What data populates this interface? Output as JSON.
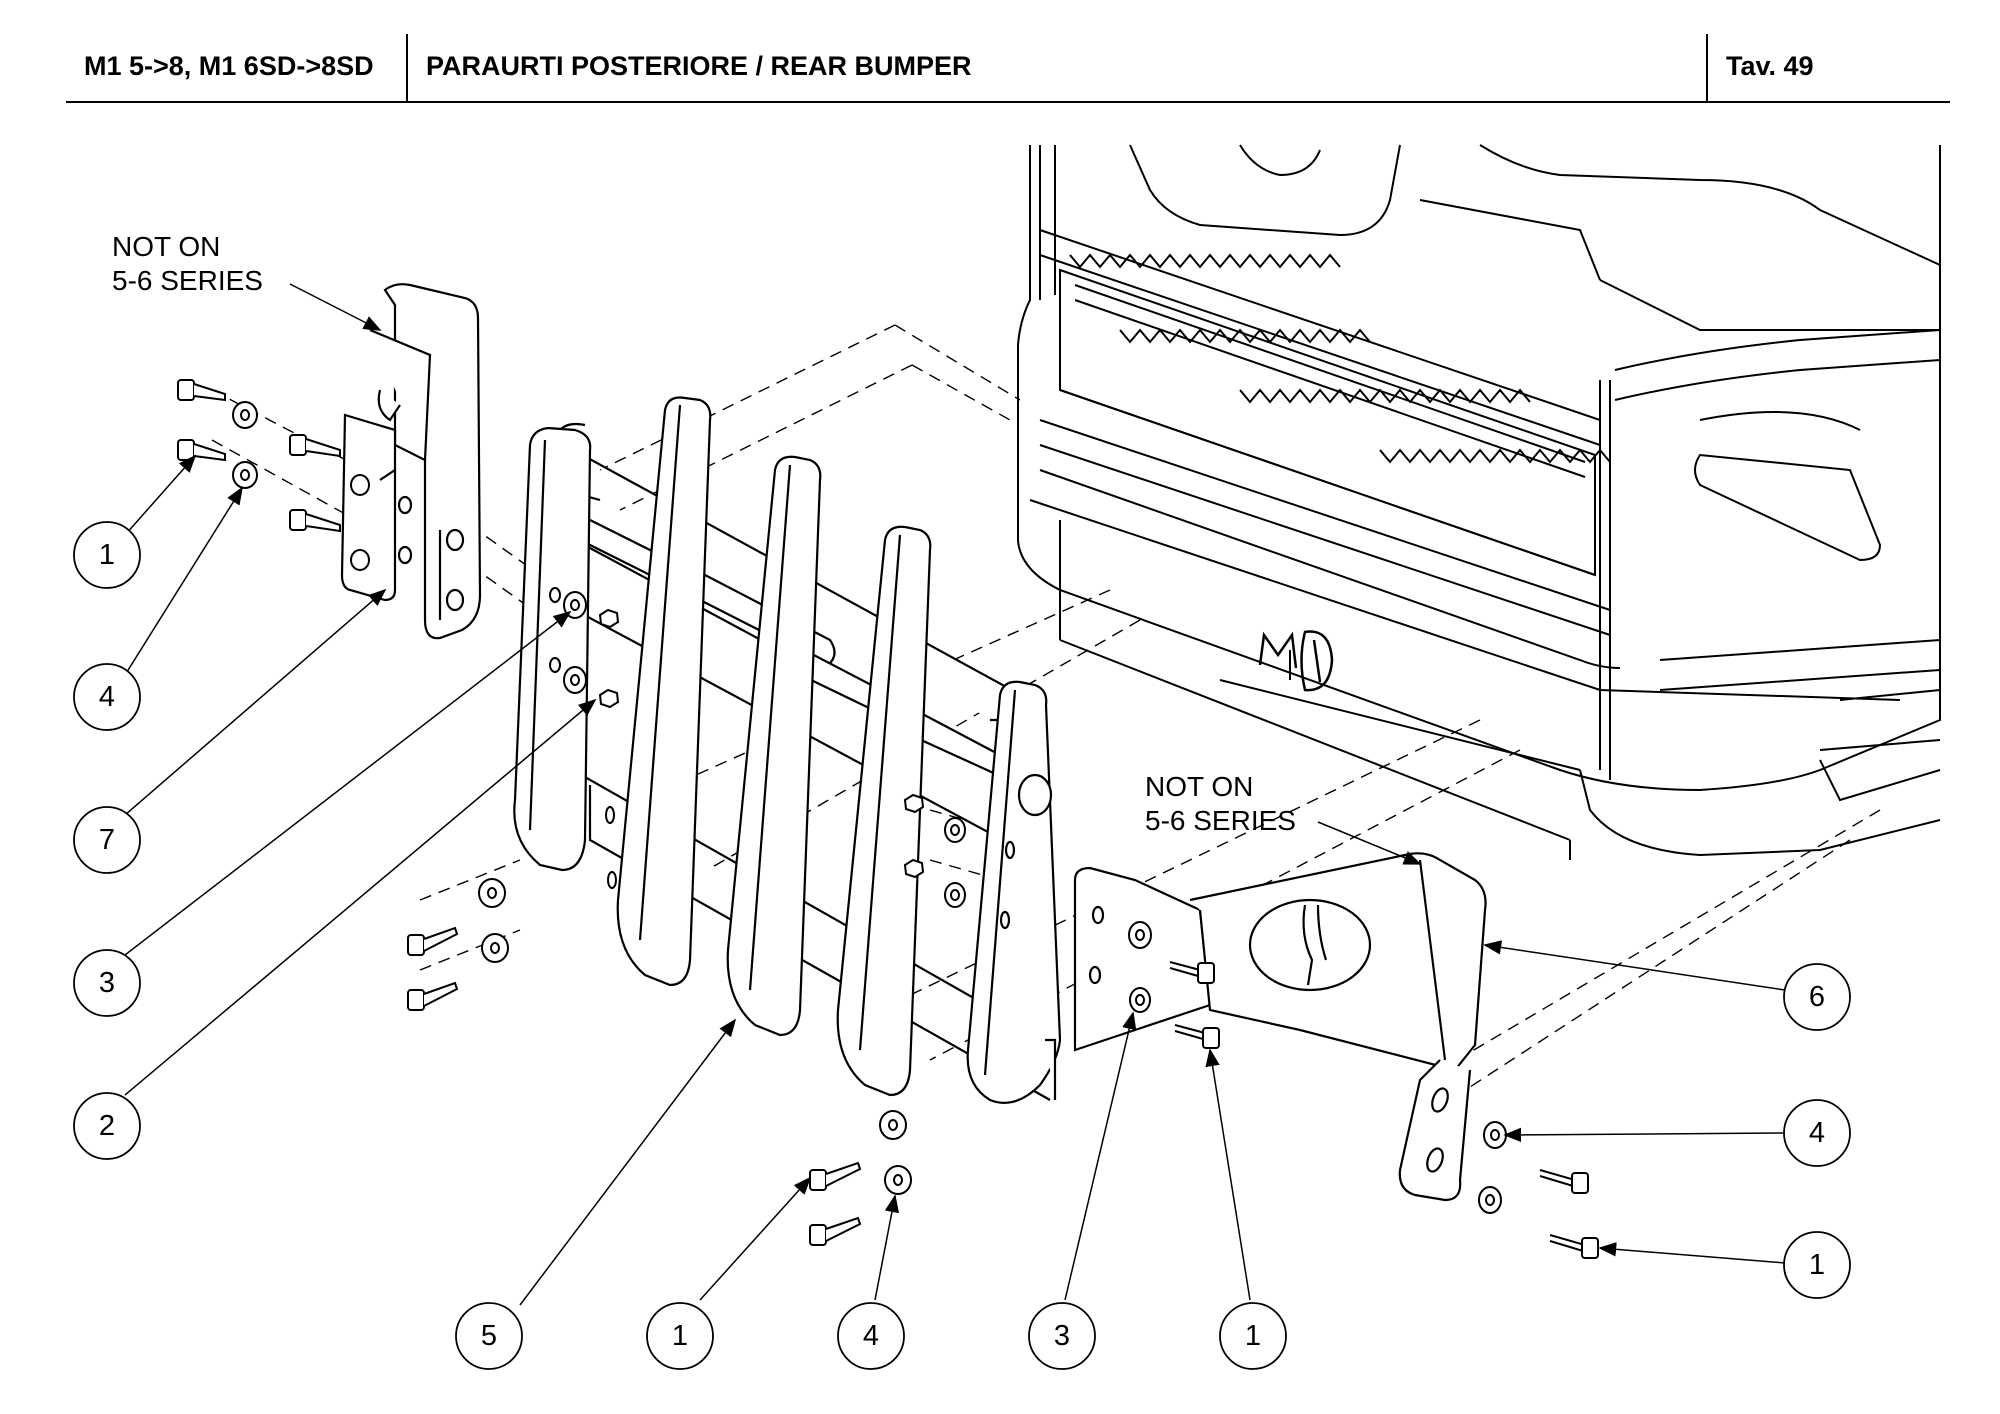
{
  "header": {
    "models": "M1 5->8, M1 6SD->8SD",
    "title": "PARAURTI POSTERIORE / REAR BUMPER",
    "table": "Tav.  49"
  },
  "notes": [
    {
      "line1": "NOT ON",
      "line2": "5-6 SERIES"
    },
    {
      "line1": "NOT ON",
      "line2": "5-6 SERIES"
    }
  ],
  "callouts": [
    {
      "label": "1"
    },
    {
      "label": "4"
    },
    {
      "label": "7"
    },
    {
      "label": "3"
    },
    {
      "label": "2"
    },
    {
      "label": "6"
    },
    {
      "label": "4"
    },
    {
      "label": "1"
    },
    {
      "label": "5"
    },
    {
      "label": "1"
    },
    {
      "label": "4"
    },
    {
      "label": "3"
    },
    {
      "label": "1"
    }
  ]
}
